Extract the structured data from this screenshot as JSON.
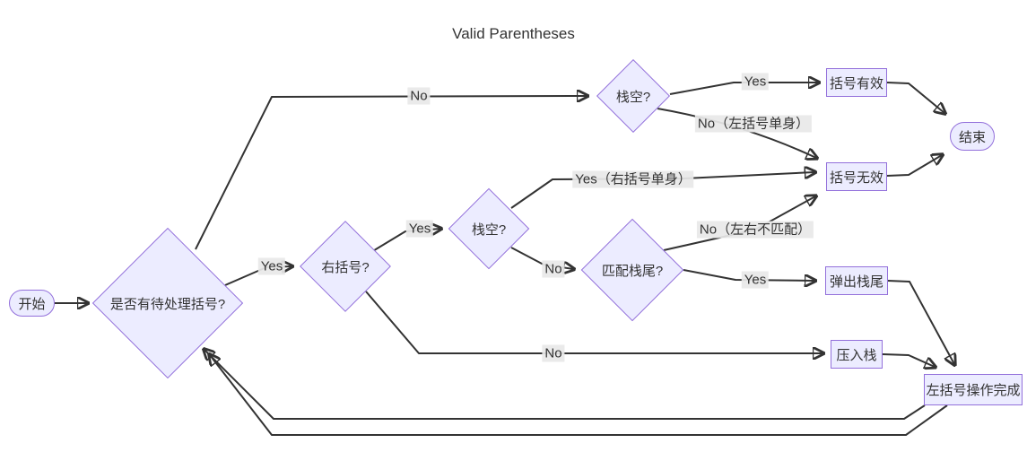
{
  "title": "Valid Parentheses",
  "colors": {
    "node_fill": "#ECECFF",
    "node_border": "#9370DB",
    "edge_line": "#333333",
    "text": "#333333",
    "edge_label_bg": "#e8e8e8"
  },
  "nodes": {
    "start": {
      "label": "开始",
      "shape": "stadium"
    },
    "pending": {
      "label": "是否有待处理括号?",
      "shape": "diamond"
    },
    "right_paren": {
      "label": "右括号?",
      "shape": "diamond"
    },
    "stack_empty_mid": {
      "label": "栈空?",
      "shape": "diamond"
    },
    "stack_empty_top": {
      "label": "栈空?",
      "shape": "diamond"
    },
    "match_tail": {
      "label": "匹配栈尾?",
      "shape": "diamond"
    },
    "valid": {
      "label": "括号有效",
      "shape": "rect"
    },
    "invalid": {
      "label": "括号无效",
      "shape": "rect"
    },
    "end": {
      "label": "结束",
      "shape": "stadium"
    },
    "pop_tail": {
      "label": "弹出栈尾",
      "shape": "rect"
    },
    "push": {
      "label": "压入栈",
      "shape": "rect"
    },
    "left_done": {
      "label": "左括号操作完成",
      "shape": "rect"
    }
  },
  "edges": [
    {
      "from": "start",
      "to": "pending",
      "label": ""
    },
    {
      "from": "pending",
      "to": "stack_empty_top",
      "label": "No"
    },
    {
      "from": "stack_empty_top",
      "to": "valid",
      "label": "Yes"
    },
    {
      "from": "stack_empty_top",
      "to": "invalid",
      "label": "No（左括号单身）"
    },
    {
      "from": "valid",
      "to": "end",
      "label": ""
    },
    {
      "from": "invalid",
      "to": "end",
      "label": ""
    },
    {
      "from": "pending",
      "to": "right_paren",
      "label": "Yes"
    },
    {
      "from": "right_paren",
      "to": "stack_empty_mid",
      "label": "Yes"
    },
    {
      "from": "stack_empty_mid",
      "to": "invalid",
      "label": "Yes（右括号单身）"
    },
    {
      "from": "stack_empty_mid",
      "to": "match_tail",
      "label": "No"
    },
    {
      "from": "match_tail",
      "to": "invalid",
      "label": "No（左右不匹配）"
    },
    {
      "from": "match_tail",
      "to": "pop_tail",
      "label": "Yes"
    },
    {
      "from": "right_paren",
      "to": "push",
      "label": "No"
    },
    {
      "from": "pop_tail",
      "to": "left_done",
      "label": ""
    },
    {
      "from": "push",
      "to": "left_done",
      "label": ""
    },
    {
      "from": "left_done",
      "to": "pending",
      "label": ""
    },
    {
      "from": "left_done",
      "to": "pending",
      "label": ""
    }
  ]
}
